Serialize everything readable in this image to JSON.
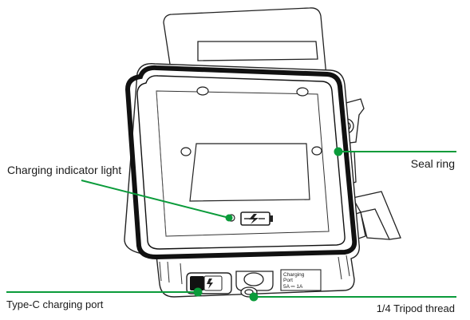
{
  "labels": {
    "charging_indicator": "Charging indicator light",
    "seal_ring": "Seal ring",
    "type_c": "Type-C charging port",
    "tripod": "1/4 Tripod thread"
  },
  "port_sticker": {
    "line1": "Charging",
    "line2": "Port",
    "line3": "5A ⎓ 1A"
  },
  "colors": {
    "accent": "#0a9b3a",
    "outline": "#222222",
    "seal": "#1a1a1a"
  }
}
